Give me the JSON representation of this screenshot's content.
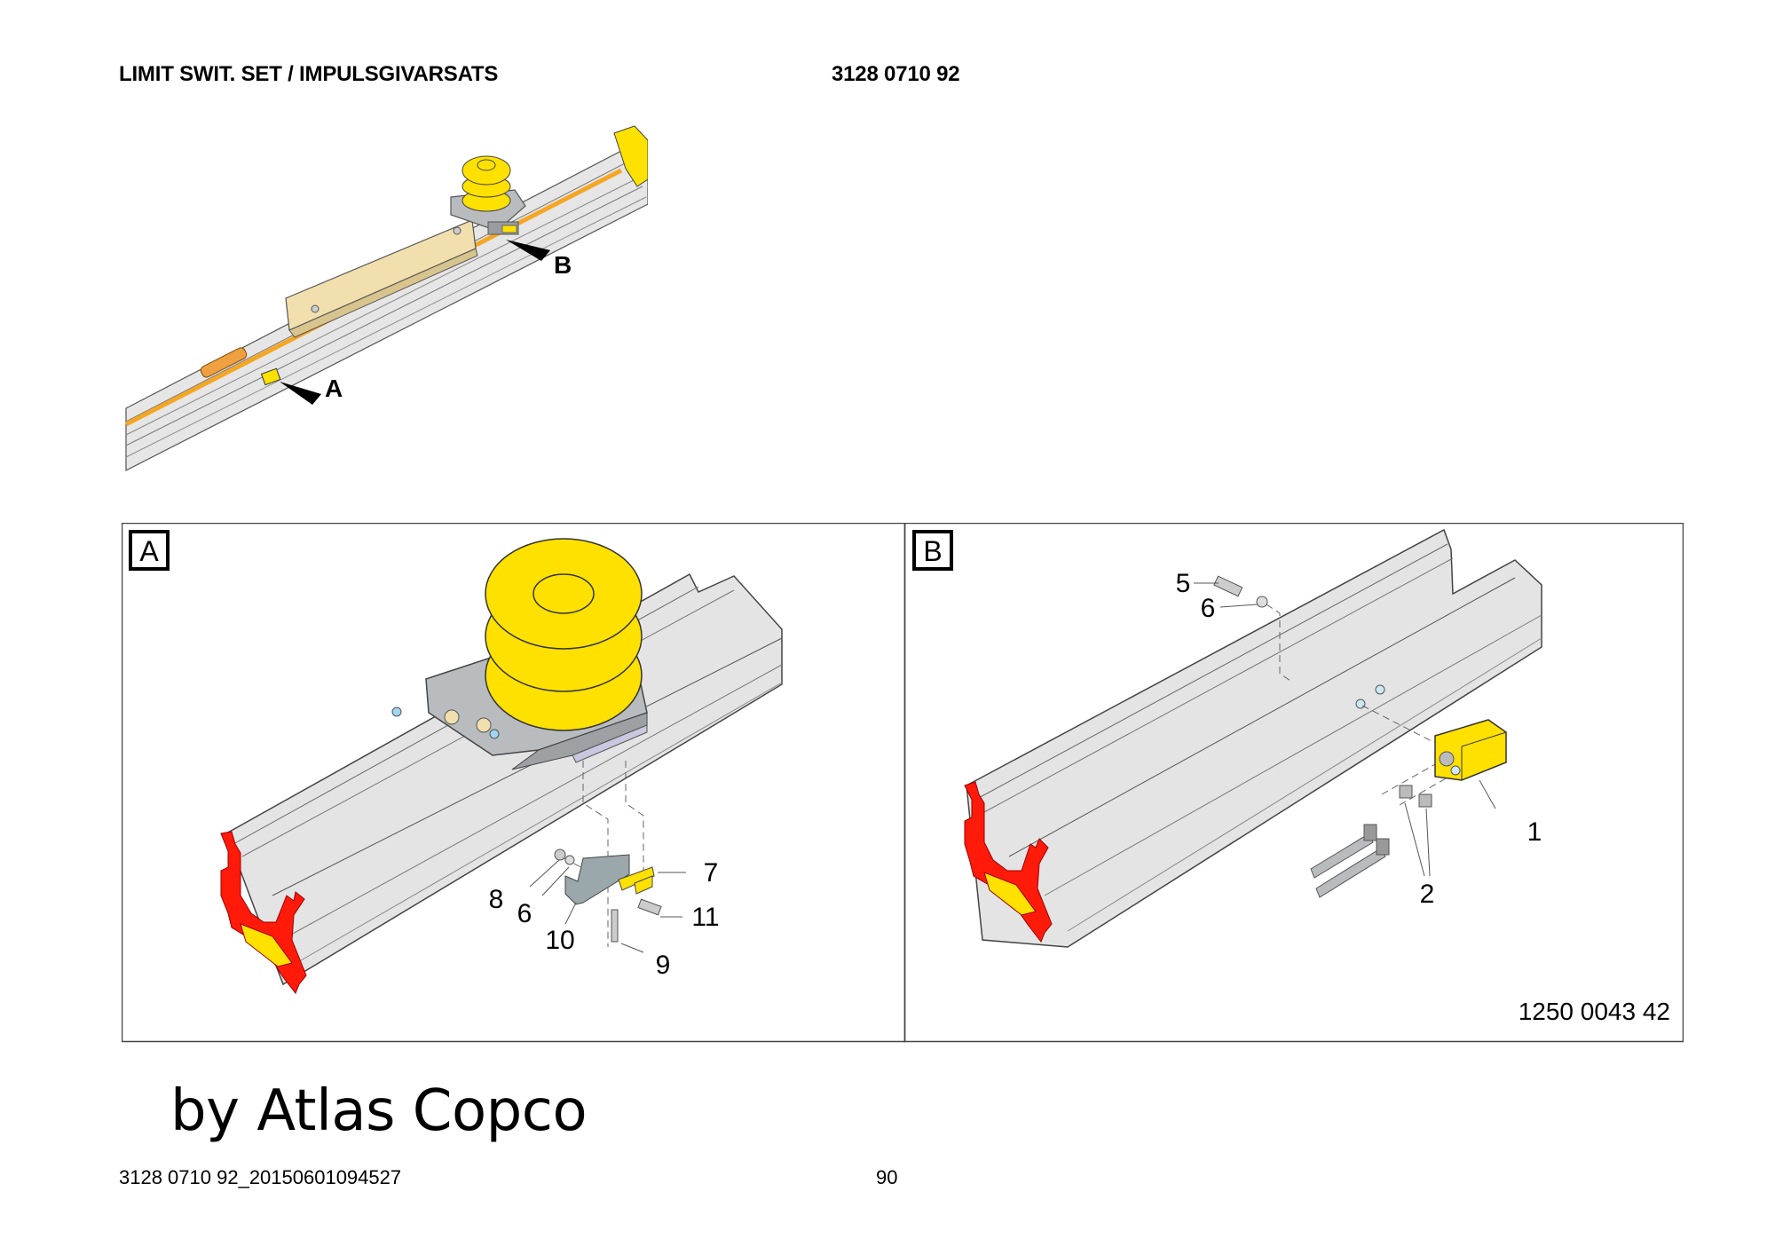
{
  "header": {
    "title": "LIMIT SWIT. SET / IMPULSGIVARSATS",
    "part_number": "3128 0710 92"
  },
  "overview": {
    "pointer_labels": [
      "A",
      "B"
    ]
  },
  "detail_panels": [
    {
      "label": "A",
      "callouts": [
        "6",
        "7",
        "8",
        "9",
        "10",
        "11"
      ]
    },
    {
      "label": "B",
      "callouts": [
        "1",
        "2",
        "5",
        "6"
      ],
      "drawing_number": "1250 0043 42"
    }
  ],
  "brand": "by Atlas Copco",
  "footer": {
    "document_id": "3128 0710 92_20150601094527",
    "page_number": "90"
  },
  "colors": {
    "yellow": "#FFE100",
    "red": "#FF1A0A",
    "rail_gray": "#E4E4E4",
    "plate_gray": "#B9BCBF",
    "orange_cable": "#F5A623",
    "tan_carriage": "#F2DFAE"
  }
}
